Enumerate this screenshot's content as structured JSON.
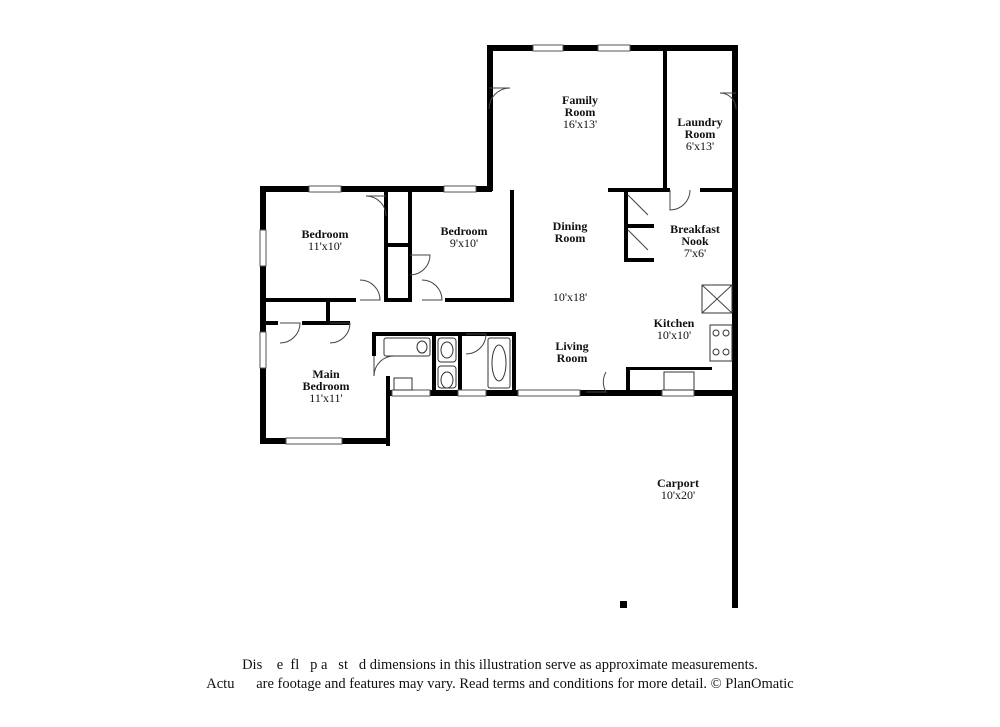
{
  "rooms": {
    "family_room": {
      "name_line1": "Family",
      "name_line2": "Room",
      "size": "16'x13'"
    },
    "laundry_room": {
      "name_line1": "Laundry",
      "name_line2": "Room",
      "size": "6'x13'"
    },
    "bedroom_left": {
      "name": "Bedroom",
      "size": "11'x10'"
    },
    "bedroom_mid": {
      "name": "Bedroom",
      "size": "9'x10'"
    },
    "dining_room": {
      "name_line1": "Dining",
      "name_line2": "Room"
    },
    "breakfast_nook": {
      "name_line1": "Breakfast",
      "name_line2": "Nook",
      "size": "7'x6'"
    },
    "dining_living_size": "10'x18'",
    "kitchen": {
      "name": "Kitchen",
      "size": "10'x10'"
    },
    "living_room": {
      "name_line1": "Living",
      "name_line2": "Room"
    },
    "main_bedroom": {
      "name_line1": "Main",
      "name_line2": "Bedroom",
      "size": "11'x11'"
    },
    "carport": {
      "name": "Carport",
      "size": "10'x20'"
    }
  },
  "disclaimer": {
    "line1": "Dis    e  fl   p a   st   d dimensions in this illustration serve as approximate measurements.",
    "line2": "Actu      are footage and features may vary. Read terms and conditions for more detail. © PlanOmatic"
  }
}
